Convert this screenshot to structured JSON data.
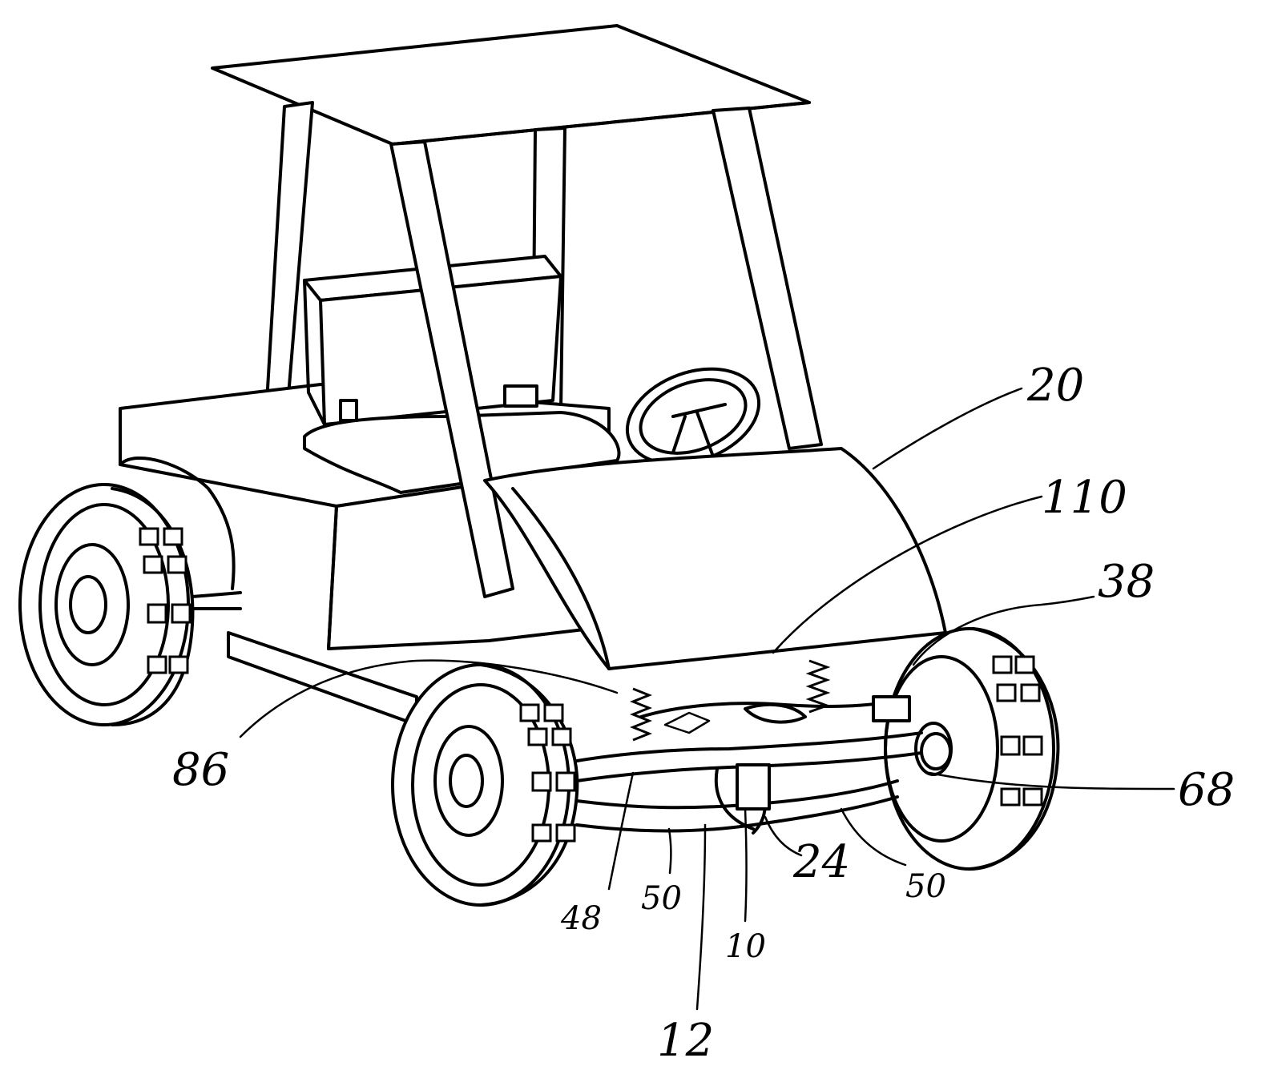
{
  "figure": {
    "reference_labels": {
      "r20": "20",
      "r110": "110",
      "r38": "38",
      "r68": "68",
      "r86": "86",
      "r24": "24",
      "r50a": "50",
      "r50b": "50",
      "r48": "48",
      "r10": "10",
      "r12": "12"
    }
  }
}
